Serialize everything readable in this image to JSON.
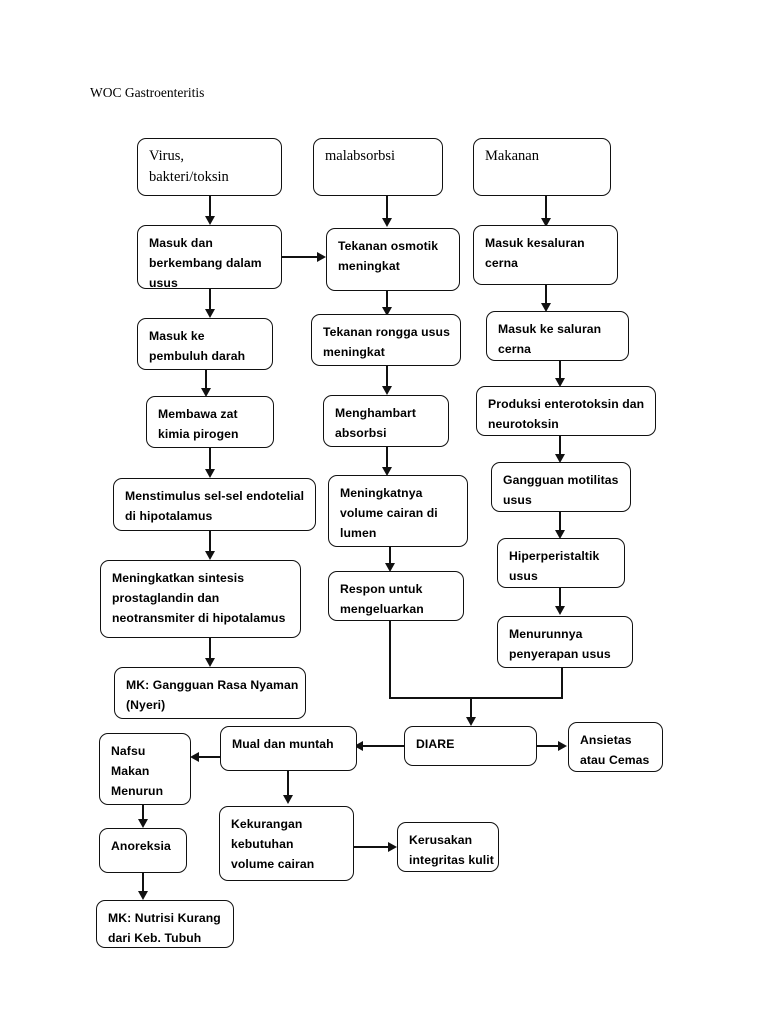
{
  "document": {
    "title": "WOC Gastroenteritis"
  },
  "diagram": {
    "type": "flowchart",
    "orientation": "top-to-bottom",
    "nodes": [
      {
        "id": "virus",
        "lines": [
          "Virus,",
          "bakteri/toksin"
        ],
        "style": "serif"
      },
      {
        "id": "malabsorbsi",
        "lines": [
          "malabsorbsi"
        ],
        "style": "serif"
      },
      {
        "id": "makanan",
        "lines": [
          "Makanan"
        ],
        "style": "serif"
      },
      {
        "id": "masuk_usus",
        "lines": [
          "Masuk dan",
          "berkembang dalam",
          "usus"
        ],
        "style": "sans"
      },
      {
        "id": "tekanan_osmotik",
        "lines": [
          "Tekanan osmotik",
          "meningkat"
        ],
        "style": "sans"
      },
      {
        "id": "masuk_kesaluran",
        "lines": [
          "Masuk kesaluran",
          "cerna"
        ],
        "style": "sans"
      },
      {
        "id": "pembuluh_darah",
        "lines": [
          "Masuk ke",
          "pembuluh darah"
        ],
        "style": "sans"
      },
      {
        "id": "rongga_usus",
        "lines": [
          "Tekanan rongga usus",
          "meningkat"
        ],
        "style": "sans"
      },
      {
        "id": "masuk_ke_saluran",
        "lines": [
          "Masuk ke saluran",
          "cerna"
        ],
        "style": "sans"
      },
      {
        "id": "kimia_pirogen",
        "lines": [
          "Membawa zat",
          "kimia pirogen"
        ],
        "style": "sans"
      },
      {
        "id": "menghambart",
        "lines": [
          "Menghambart",
          "absorbsi"
        ],
        "style": "sans"
      },
      {
        "id": "enterotoksin",
        "lines": [
          "Produksi enterotoksin dan",
          "neurotoksin"
        ],
        "style": "sans"
      },
      {
        "id": "endotelial",
        "lines": [
          "Menstimulus sel-sel endotelial",
          "di hipotalamus"
        ],
        "style": "sans"
      },
      {
        "id": "volume_lumen",
        "lines": [
          "Meningkatnya",
          "volume cairan di",
          "lumen"
        ],
        "style": "sans"
      },
      {
        "id": "motilitas",
        "lines": [
          "Gangguan motilitas",
          "usus"
        ],
        "style": "sans"
      },
      {
        "id": "sintesis",
        "lines": [
          "Meningkatkan sintesis",
          "prostaglandin dan",
          "neotransmiter di hipotalamus"
        ],
        "style": "sans"
      },
      {
        "id": "hiperperistaltik",
        "lines": [
          "Hiperperistaltik",
          "usus"
        ],
        "style": "sans"
      },
      {
        "id": "respon",
        "lines": [
          "Respon untuk",
          "mengeluarkan"
        ],
        "style": "sans"
      },
      {
        "id": "penyerapan",
        "lines": [
          "Menurunnya",
          "penyerapan usus"
        ],
        "style": "sans"
      },
      {
        "id": "mk_nyeri",
        "lines": [
          "MK: Gangguan Rasa Nyaman",
          "(Nyeri)"
        ],
        "style": "sans"
      },
      {
        "id": "diare",
        "lines": [
          "DIARE"
        ],
        "style": "sans"
      },
      {
        "id": "ansietas",
        "lines": [
          "Ansietas",
          "atau Cemas"
        ],
        "style": "sans"
      },
      {
        "id": "mual",
        "lines": [
          "Mual dan muntah"
        ],
        "style": "sans"
      },
      {
        "id": "nafsu_makan",
        "lines": [
          "Nafsu",
          "Makan",
          "Menurun"
        ],
        "style": "sans"
      },
      {
        "id": "kekurangan",
        "lines": [
          "Kekurangan",
          "kebutuhan",
          "volume cairan"
        ],
        "style": "sans"
      },
      {
        "id": "kerusakan",
        "lines": [
          "Kerusakan",
          "integritas kulit"
        ],
        "style": "sans"
      },
      {
        "id": "anoreksia",
        "lines": [
          "Anoreksia"
        ],
        "style": "sans"
      },
      {
        "id": "mk_nutrisi",
        "lines": [
          "MK: Nutrisi Kurang",
          "dari Keb. Tubuh"
        ],
        "style": "sans"
      }
    ]
  },
  "colors": {
    "stroke": "#111111",
    "background": "#ffffff",
    "text": "#000000"
  }
}
